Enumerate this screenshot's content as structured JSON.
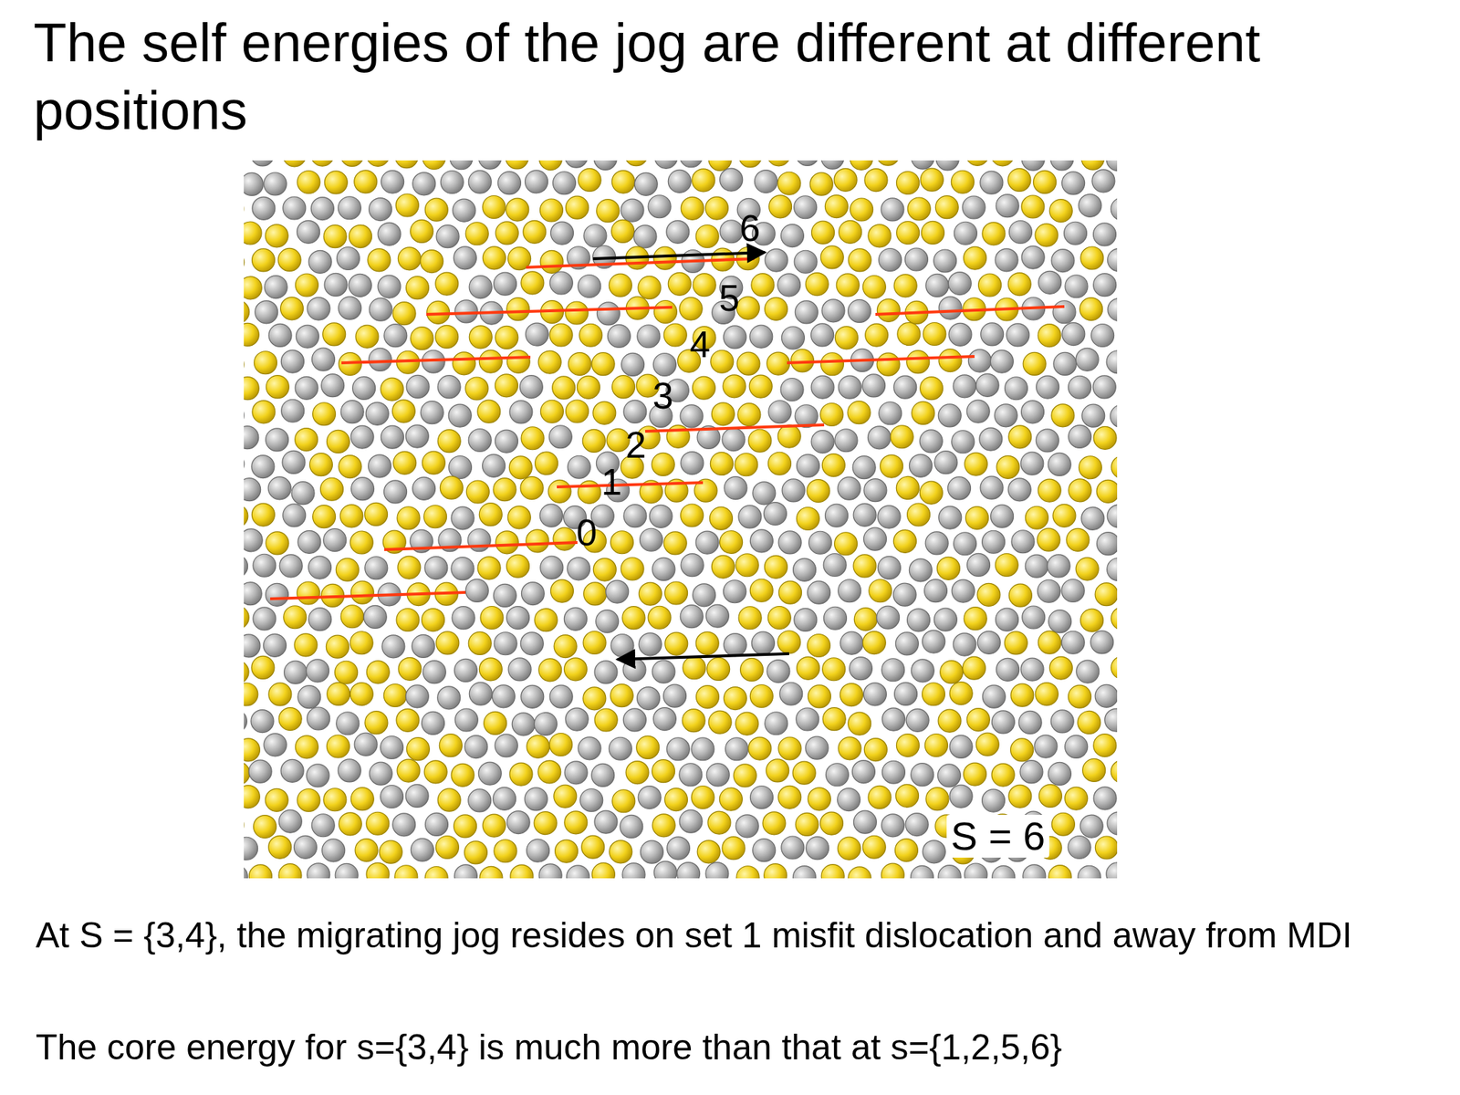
{
  "diagram": {
    "title": "The self energies of the jog are different at different positions",
    "caption": "At S = {3,4}, the migrating jog resides on set 1 misfit dislocation and away from MDI",
    "labels": [
      "6",
      "5",
      "4",
      "3",
      "2",
      "1",
      "0",
      "S = 6",
      "The core energy for s={3,4} is much more than that at s={1,2,5,6}"
    ]
  }
}
